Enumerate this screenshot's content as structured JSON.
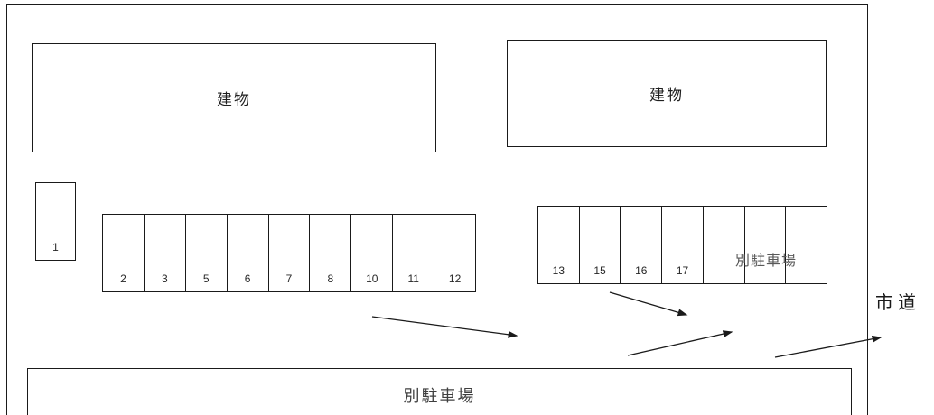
{
  "buildings": {
    "left": {
      "label": "建物"
    },
    "right": {
      "label": "建物"
    }
  },
  "parking": {
    "spot_single": "1",
    "left_row_cells": [
      "2",
      "3",
      "5",
      "6",
      "7",
      "8",
      "10",
      "11",
      "12"
    ],
    "right_row_cells": [
      "13",
      "15",
      "16",
      "17",
      "",
      "",
      ""
    ],
    "right_row_overlay": "別駐車場"
  },
  "bottom_lot": {
    "label": "別駐車場"
  },
  "road": {
    "label": "市道"
  },
  "colors": {
    "line": "#1a1a1a",
    "number_text": "#262626",
    "overlay_text": "#595959",
    "bottom_lot_text": "#3f3f3f"
  }
}
